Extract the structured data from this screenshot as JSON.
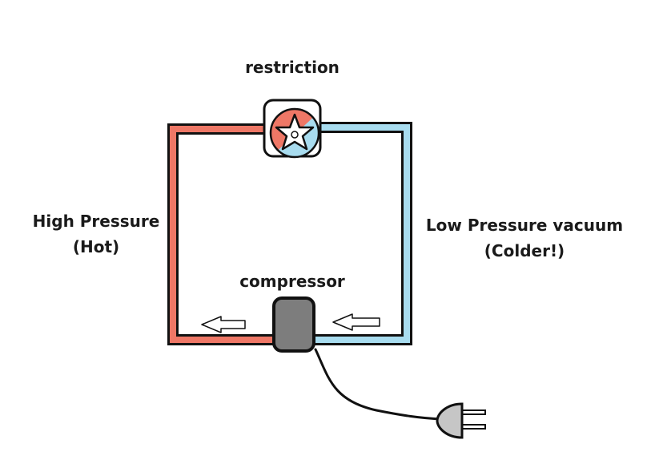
{
  "labels": {
    "restriction": "restriction",
    "high_pressure_line1": "High Pressure",
    "high_pressure_line2": "(Hot)",
    "low_pressure_line1": "Low Pressure vacuum",
    "low_pressure_line2": "(Colder!)",
    "compressor": "compressor"
  },
  "colors": {
    "hot": "#ee7766",
    "cold": "#a8dcef",
    "outline": "#111111",
    "compressor": "#7d7d7d",
    "plug": "#c6c6c6"
  }
}
